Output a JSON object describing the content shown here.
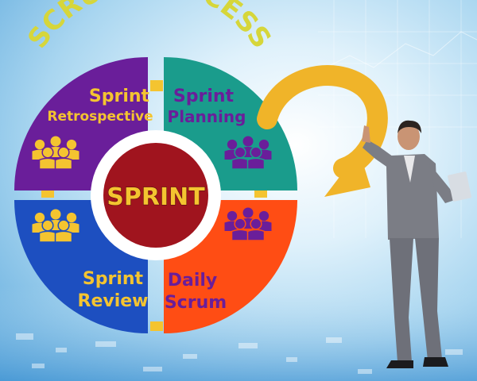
{
  "title": "SCRUM PROCESS",
  "center_label": "SPRINT",
  "quadrants": [
    {
      "id": "retrospective",
      "lines": [
        "Sprint",
        "Retrospective"
      ],
      "color": "#6a1e9a",
      "text_color": "#f4c430",
      "icon_color": "#f4c430"
    },
    {
      "id": "planning",
      "lines": [
        "Sprint",
        "Planning"
      ],
      "color": "#1a9c8c",
      "text_color": "#6a1e9a",
      "icon_color": "#6a1e9a"
    },
    {
      "id": "daily-scrum",
      "lines": [
        "Daily",
        "Scrum"
      ],
      "color": "#ff4d14",
      "text_color": "#6a1e9a",
      "icon_color": "#6a1e9a"
    },
    {
      "id": "review",
      "lines": [
        "Sprint",
        "Review"
      ],
      "color": "#1d4fc0",
      "text_color": "#f4c430",
      "icon_color": "#f4c430"
    }
  ],
  "colors": {
    "title": "#d6d63a",
    "center_fill": "#a0141e",
    "center_text": "#f4c430",
    "arrow": "#f0b429",
    "connector": "#f4c430",
    "suit": "#7b7d85"
  }
}
